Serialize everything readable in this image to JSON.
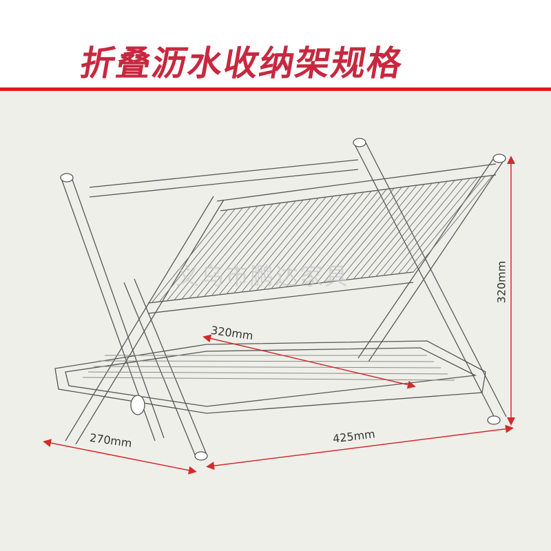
{
  "title": "折叠沥水收纳架规格",
  "watermark": "义乌市鹏达家具",
  "dimensions": {
    "inner_length": "320mm",
    "depth": "270mm",
    "width": "425mm",
    "height": "320mm"
  },
  "colors": {
    "title": "#c8283f",
    "rule": "#e8141a",
    "dimension_arrow": "#d42a2a",
    "background": "#efefea"
  }
}
